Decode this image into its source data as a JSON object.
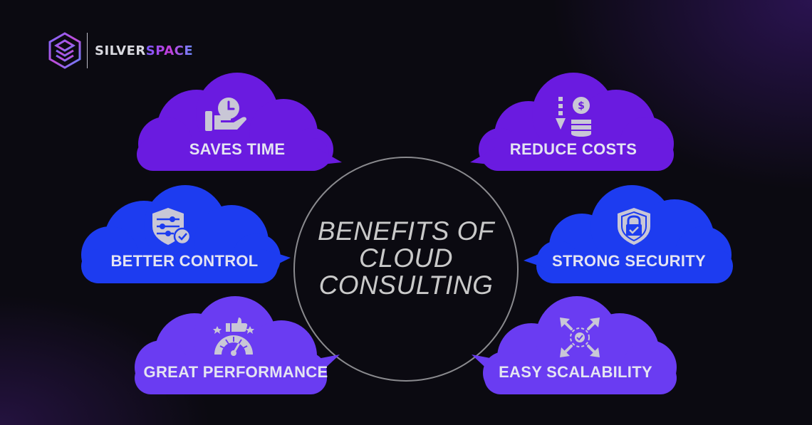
{
  "brand": {
    "name_part1": "SILVER",
    "name_part2": "SPACE"
  },
  "center": {
    "line1": "BENEFITS OF",
    "line2": "CLOUD",
    "line3": "CONSULTING"
  },
  "benefits": [
    {
      "label": "SAVES TIME",
      "icon": "clock-in-hand-icon",
      "color": "#6a1be0"
    },
    {
      "label": "REDUCE COSTS",
      "icon": "coins-down-arrow-icon",
      "color": "#6a1be0"
    },
    {
      "label": "BETTER CONTROL",
      "icon": "shield-settings-icon",
      "color": "#1d3cf0"
    },
    {
      "label": "STRONG SECURITY",
      "icon": "shield-lock-icon",
      "color": "#1d3cf0"
    },
    {
      "label": "GREAT PERFORMANCE",
      "icon": "speedometer-thumbs-up-icon",
      "color": "#6a3cf2"
    },
    {
      "label": "EASY SCALABILITY",
      "icon": "expand-arrows-check-icon",
      "color": "#6a3cf2"
    }
  ],
  "colors": {
    "background": "#0b0a11",
    "circle": "#8a8a8e",
    "text": "#e4e4f2",
    "icon": "#c9c7d6"
  }
}
